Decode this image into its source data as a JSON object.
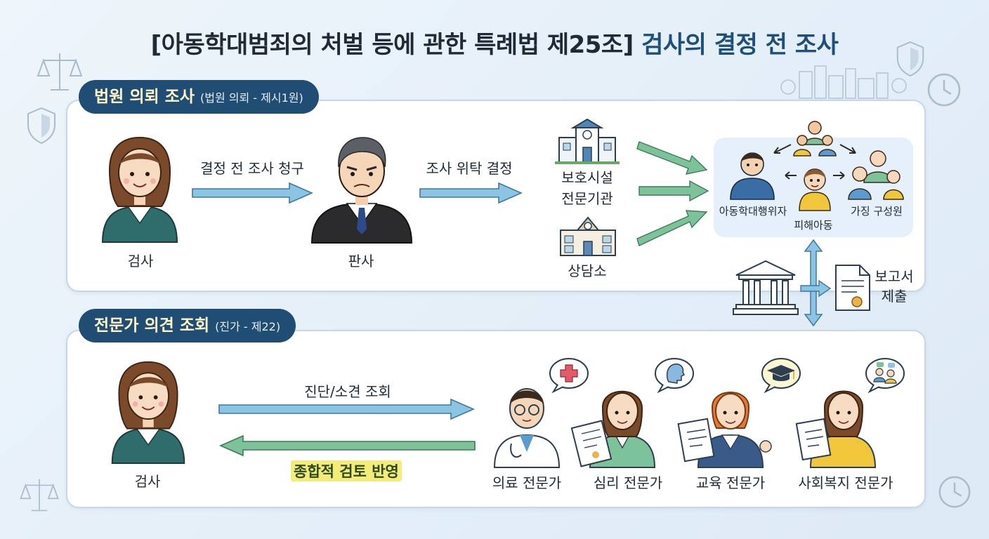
{
  "title": {
    "prefix": "[아동학대범죄의 처벌 등에 관한 특례법 제25조]",
    "highlight": "검사의 결정 전 조사"
  },
  "section_court": {
    "heading": "법원 의뢰 조사",
    "subheading": "(법원 의뢰 - 제시1원)",
    "prosecutor_label": "검사",
    "arrow1_label": "결정 전 조사 청구",
    "judge_label": "판사",
    "arrow2_label": "조사 위탁 결정",
    "institution1_label": "보호시설\n전문기관",
    "institution2_label": "상담소",
    "offender_label": "아동학대행위자",
    "victim_label": "피해아동",
    "family_label": "가징 구성원",
    "report_label": "보고서\n제출"
  },
  "section_expert": {
    "heading": "전문가 의견 조회",
    "subheading": "(진가 - 제22)",
    "prosecutor_label": "검사",
    "arrow_forward_label": "진단/소견 조회",
    "arrow_back_label": "종합적 검토 반영",
    "experts": [
      {
        "label": "의료 전문가",
        "icon": "medical-cross-icon"
      },
      {
        "label": "심리 전문가",
        "icon": "brain-head-icon"
      },
      {
        "label": "교육 전문가",
        "icon": "graduation-cap-icon"
      },
      {
        "label": "사회복지 전문가",
        "icon": "people-chat-icon"
      }
    ]
  },
  "colors": {
    "navy": "#1f4d73",
    "arrow_blue": "#8cc4e4",
    "arrow_green": "#7cc29a",
    "highlight_yellow": "#f4ec7a"
  }
}
